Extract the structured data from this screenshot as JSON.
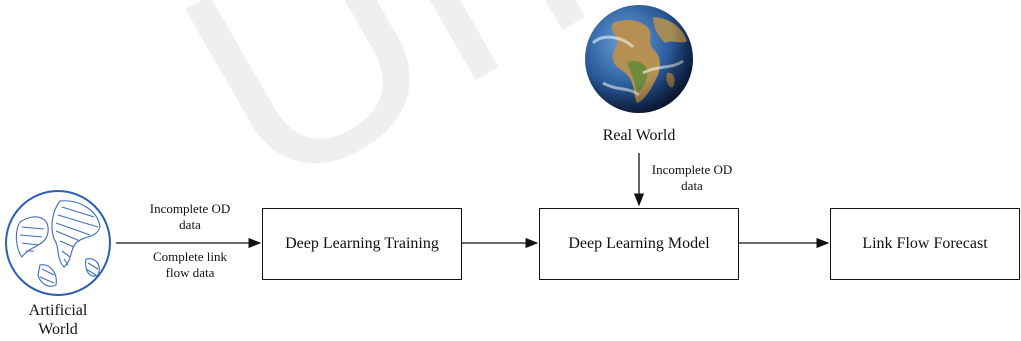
{
  "watermark": "Und",
  "nodes": {
    "artificial_world": "Artificial World",
    "real_world": "Real World",
    "training": "Deep Learning Training",
    "model": "Deep Learning Model",
    "forecast": "Link Flow Forecast"
  },
  "edge_labels": {
    "incomplete_od_top": "Incomplete OD data",
    "complete_link_flow": "Complete link flow data",
    "incomplete_od_real": "Incomplete OD data"
  },
  "icons": [
    "hand-drawn-globe-icon",
    "earth-globe-icon"
  ],
  "colors": {
    "stroke": "#111111",
    "watermark": "#efefef",
    "sketch_globe": "#2b5fb3",
    "earth_ocean": "#2d5fa0"
  }
}
